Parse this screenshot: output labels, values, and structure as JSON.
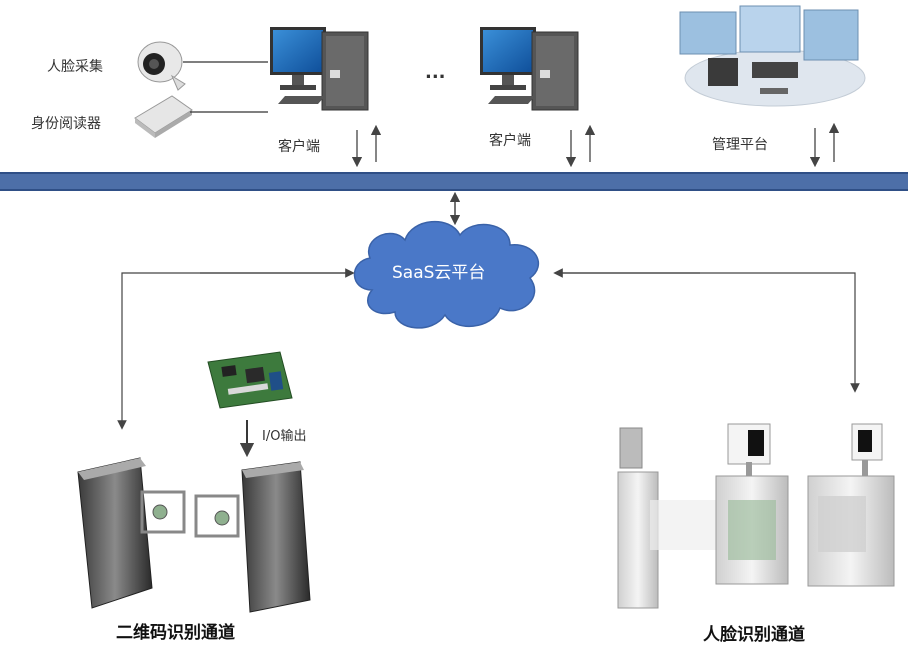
{
  "devices": {
    "face_capture_label": "人脸采集",
    "id_reader_label": "身份阅读器",
    "ellipsis": "..."
  },
  "clients": [
    {
      "label": "客户端"
    },
    {
      "label": "客户端"
    }
  ],
  "management": {
    "label": "管理平台"
  },
  "cloud": {
    "label": "SaaS云平台"
  },
  "io": {
    "label": "I/O输出"
  },
  "channels": {
    "qr_label": "二维码识别通道",
    "face_label": "人脸识别通道"
  },
  "colors": {
    "bus": "#4d6fa8",
    "cloud_fill": "#4a78c8",
    "arrow": "#444444"
  }
}
